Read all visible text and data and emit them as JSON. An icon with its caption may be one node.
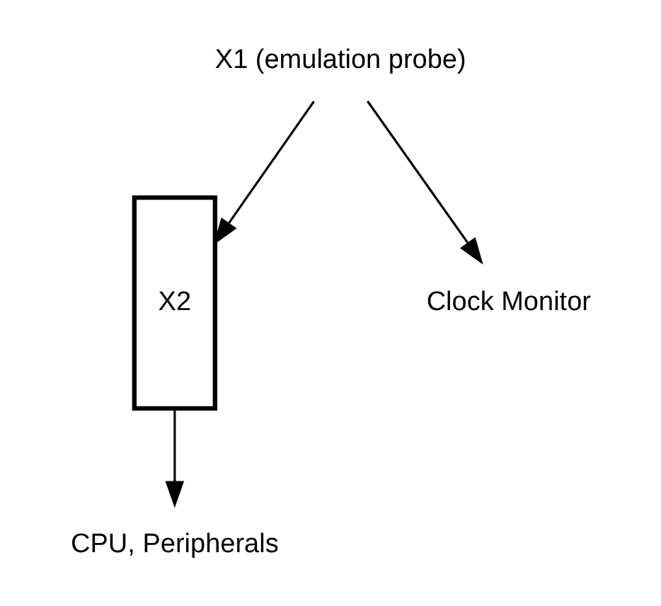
{
  "diagram": {
    "nodes": [
      {
        "text": [
          "X1 (emulation probe)"
        ]
      },
      {
        "text": [
          "X2"
        ]
      },
      {
        "text": [
          "Clock Monitor"
        ]
      },
      {
        "text": [
          "CPU, Peripherals"
        ]
      }
    ],
    "edges": [
      {
        "from": 0,
        "to": 1,
        "arrow": "to"
      },
      {
        "from": 0,
        "to": 2,
        "arrow": "to"
      },
      {
        "from": 1,
        "to": 3,
        "arrow": "to"
      }
    ]
  }
}
